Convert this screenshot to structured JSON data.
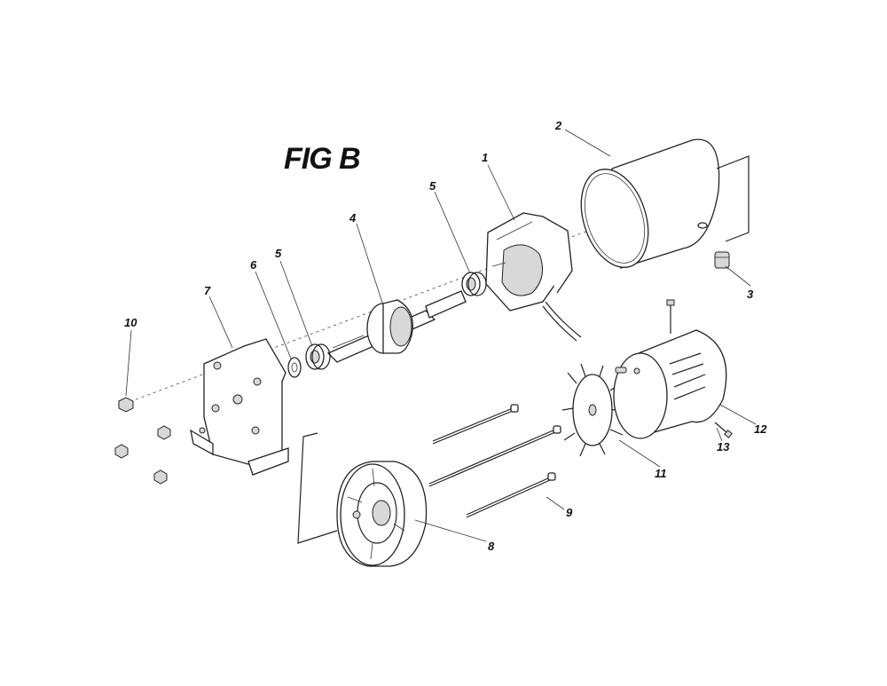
{
  "figure": {
    "title": "FIG B"
  },
  "callouts": [
    {
      "id": "1",
      "label": "1"
    },
    {
      "id": "2",
      "label": "2"
    },
    {
      "id": "3",
      "label": "3"
    },
    {
      "id": "4",
      "label": "4"
    },
    {
      "id": "5a",
      "label": "5"
    },
    {
      "id": "5b",
      "label": "5"
    },
    {
      "id": "6",
      "label": "6"
    },
    {
      "id": "7",
      "label": "7"
    },
    {
      "id": "8",
      "label": "8"
    },
    {
      "id": "9",
      "label": "9"
    },
    {
      "id": "10",
      "label": "10"
    },
    {
      "id": "11",
      "label": "11"
    },
    {
      "id": "12",
      "label": "12"
    },
    {
      "id": "13",
      "label": "13"
    }
  ]
}
